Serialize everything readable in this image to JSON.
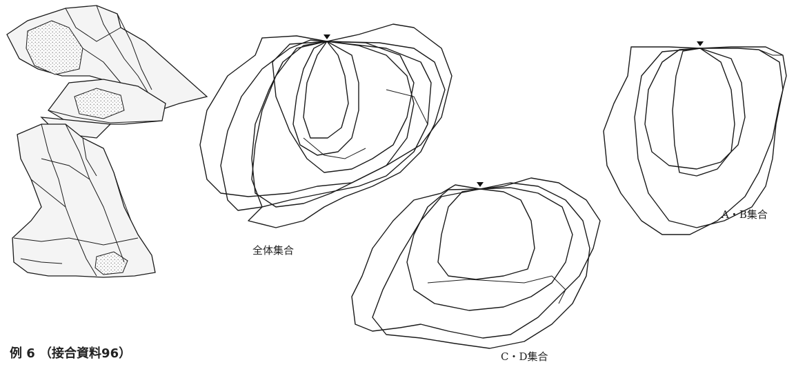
{
  "labels": {
    "all": "全体集合",
    "cd": "C・D集合",
    "ab": "A・B集合"
  },
  "caption": "例 6 （接合資料96）",
  "colors": {
    "line": "#1a1a1a",
    "background": "#ffffff"
  }
}
